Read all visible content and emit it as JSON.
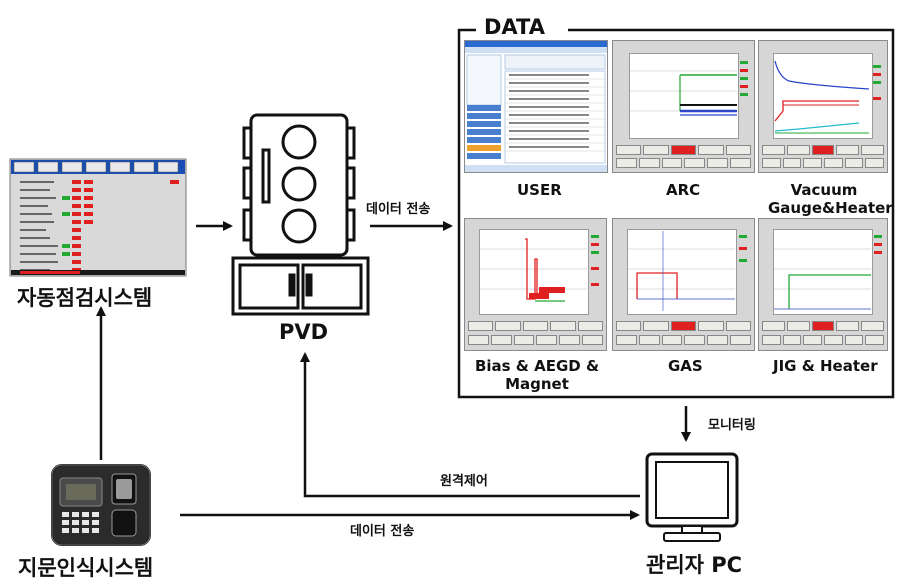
{
  "data_box": {
    "title": "DATA"
  },
  "panels": [
    {
      "id": "user",
      "label": "USER"
    },
    {
      "id": "arc",
      "label": "ARC"
    },
    {
      "id": "vacuum",
      "label": "Vacuum\nGauge&Heater"
    },
    {
      "id": "bias",
      "label": "Bias & AEGD &\nMagnet"
    },
    {
      "id": "gas",
      "label": "GAS"
    },
    {
      "id": "jig",
      "label": "JIG & Heater"
    }
  ],
  "nodes": {
    "auto_inspection": "자동점검시스템",
    "pvd": "PVD",
    "fingerprint": "지문인식시스템",
    "admin_pc": "관리자 PC"
  },
  "arrows": {
    "pvd_to_data": "데이터 전송",
    "monitoring": "모니터링",
    "remote_control": "원격제어",
    "fp_to_pc": "데이터 전송"
  },
  "colors": {
    "line": "#111111",
    "panel_bg": "#d6d6d6",
    "title_bar": "#1a4db3",
    "red_mark": "#e02020",
    "green_mark": "#22aa33",
    "blue_line": "#2a45c8"
  }
}
